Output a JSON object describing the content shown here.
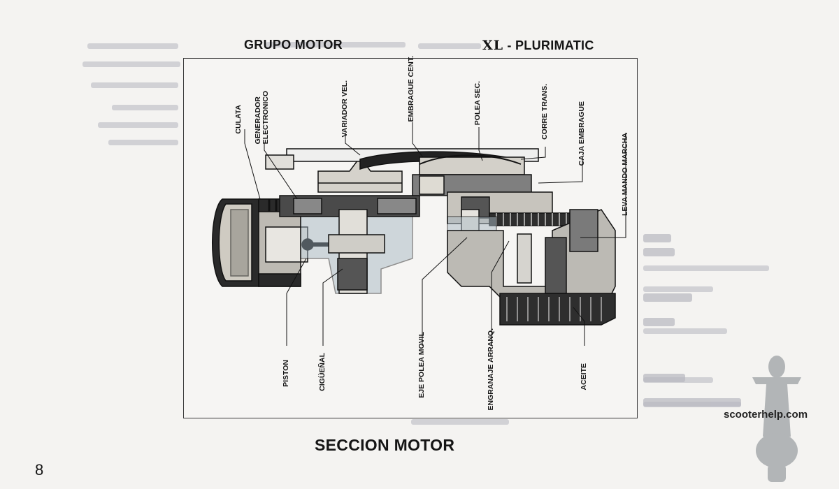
{
  "header": {
    "left_title": "GRUPO MOTOR",
    "right_title_brand": "XL",
    "right_title_rest": " - PLURIMATIC"
  },
  "caption": "SECCION MOTOR",
  "page_number": "8",
  "watermark": "scooterhelp.com",
  "labels": {
    "culata": "CULATA",
    "generador": [
      "GENERADOR",
      "ELECTRONICO"
    ],
    "variador": "VARIADOR VEL.",
    "embrague_cent": "EMBRAGUE CENT.",
    "polea_sec": "POLEA SEC.",
    "corre_trans": "CORRE TRANS.",
    "caja_embrague": "CAJA EMBRAGUE",
    "leva_mando": "LEVA MANDO MARCHA",
    "piston": "PISTON",
    "ciguenal": "CIGÜEÑAL",
    "eje_polea": "EJE POLEA MOVIL",
    "engranaje": "ENGRANAJE ARRANQ.",
    "aceite": "ACEITE"
  }
}
